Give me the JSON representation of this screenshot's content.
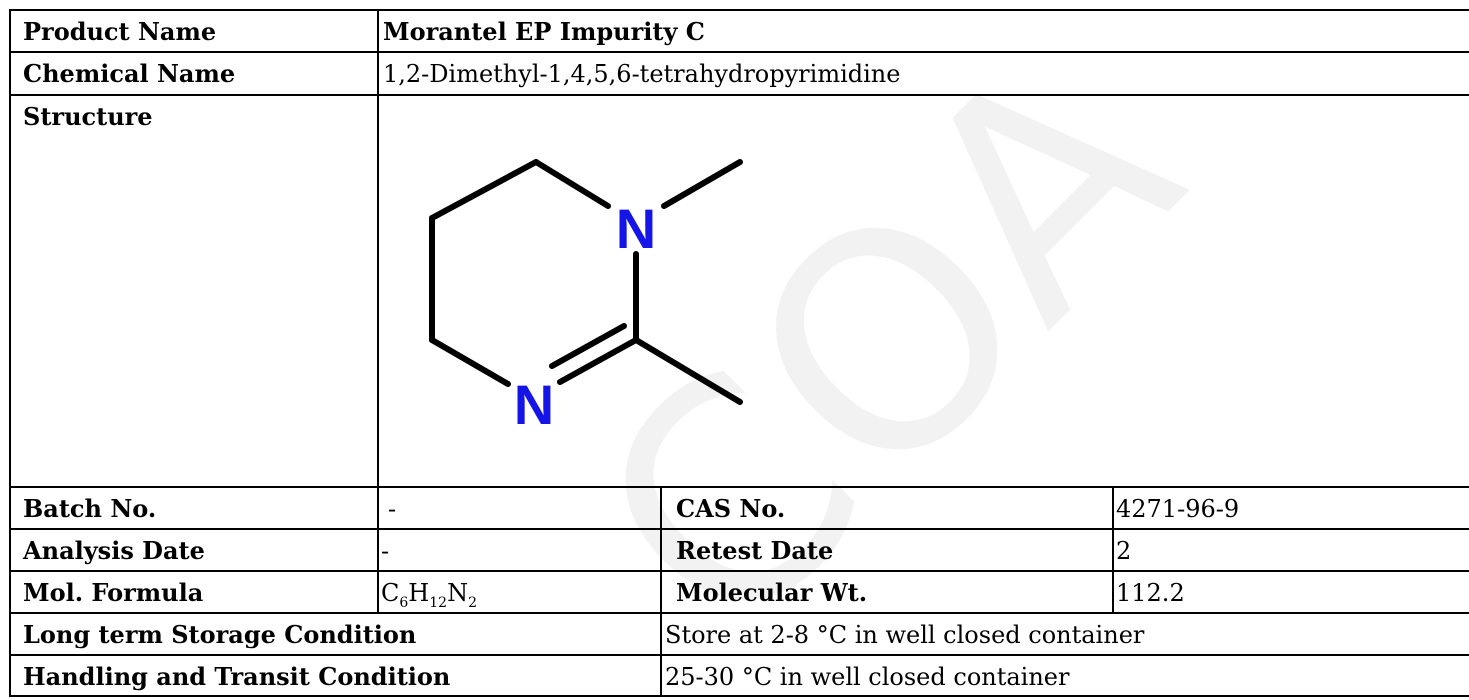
{
  "rows": {
    "product_name": {
      "label": "Product Name",
      "value": "Morantel EP Impurity C"
    },
    "chemical_name": {
      "label": "Chemical Name",
      "value": "1,2-Dimethyl-1,4,5,6-tetrahydropyrimidine"
    },
    "structure": {
      "label": "Structure",
      "atom_labels": [
        "N",
        "N"
      ]
    },
    "batch_no": {
      "label": "Batch No.",
      "value": "-"
    },
    "cas_no": {
      "label": "CAS No.",
      "value": "4271-96-9"
    },
    "analysis_date": {
      "label": "Analysis Date",
      "value": "-"
    },
    "retest_date": {
      "label": "Retest Date",
      "value": "2"
    },
    "mol_formula": {
      "label": "Mol. Formula",
      "c": "C",
      "c_sub": "6",
      "h": "H",
      "h_sub": "12",
      "n": "N",
      "n_sub": "2"
    },
    "molecular_wt": {
      "label": "Molecular Wt.",
      "value": "112.2"
    },
    "storage": {
      "label": "Long term Storage Condition",
      "value": "Store at 2-8 °C in well closed container"
    },
    "handling": {
      "label": "Handling and Transit Condition",
      "value": "25-30 °C in well closed container"
    }
  },
  "watermark": "COA",
  "colors": {
    "border": "#000000",
    "nitrogen": "#1515e8",
    "watermark": "#f2f2f2"
  }
}
